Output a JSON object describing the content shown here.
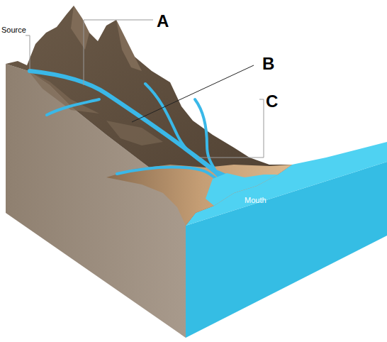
{
  "diagram": {
    "labels": [
      "Source",
      "A",
      "B",
      "C",
      "Mouth"
    ]
  }
}
